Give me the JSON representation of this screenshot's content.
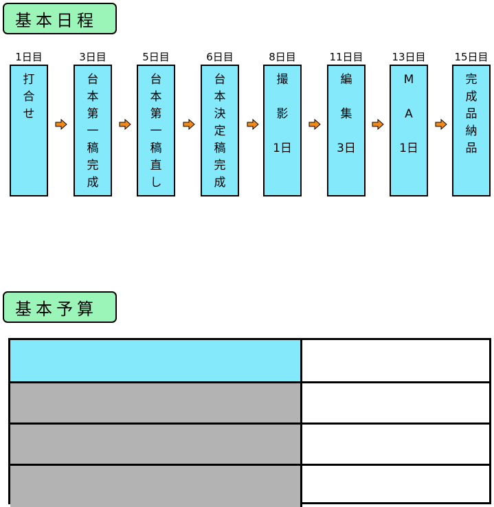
{
  "sections": {
    "schedule_title": "基本日程",
    "budget_title": "基本予算"
  },
  "schedule": {
    "steps": [
      {
        "day": "1日目",
        "text": "打\n合\nせ"
      },
      {
        "day": "3日目",
        "text": "台\n本\n第\n一\n稿\n完\n成"
      },
      {
        "day": "5日目",
        "text": "台\n本\n第\n一\n稿\n直\nし"
      },
      {
        "day": "6日目",
        "text": "台\n本\n決\n定\n稿\n完\n成"
      },
      {
        "day": "8日目",
        "text": "撮\n\n影\n\n1日"
      },
      {
        "day": "11日目",
        "text": "編\n\n集\n\n3日"
      },
      {
        "day": "13日目",
        "text": "M\n\nA\n\n1日"
      },
      {
        "day": "15日目",
        "text": "完\n成\n品\n納\n品"
      }
    ]
  },
  "colors": {
    "pill_bg": "#9cf5b8",
    "step_bg": "#85e9fc",
    "arrow": "#f28a1a",
    "table_header_bg": "#85e9fc",
    "table_row_bg": "#b3b3b3"
  },
  "budget_table": {
    "rows": [
      {
        "type": "header",
        "left": "",
        "right": ""
      },
      {
        "type": "row",
        "left": "",
        "right": ""
      },
      {
        "type": "row",
        "left": "",
        "right": ""
      },
      {
        "type": "row",
        "left": "",
        "right": ""
      }
    ]
  }
}
